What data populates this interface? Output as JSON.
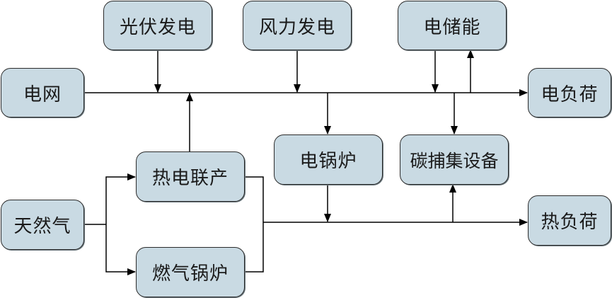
{
  "diagram": {
    "type": "energy-flow-block-diagram",
    "colors": {
      "box_fill": "#c9dae3",
      "box_border": "#2b2b2b",
      "line": "#000000"
    },
    "nodes": {
      "pv": {
        "label": "光伏发电"
      },
      "wind": {
        "label": "风力发电"
      },
      "storage": {
        "label": "电储能"
      },
      "grid": {
        "label": "电网"
      },
      "elec_load": {
        "label": "电负荷"
      },
      "chp": {
        "label": "热电联产"
      },
      "e_boiler": {
        "label": "电锅炉"
      },
      "ccs": {
        "label": "碳捕集设备"
      },
      "gas": {
        "label": "天然气"
      },
      "gas_boiler": {
        "label": "燃气锅炉"
      },
      "heat_load": {
        "label": "热负荷"
      }
    },
    "edges": [
      {
        "from": "grid",
        "to": "electric-bus"
      },
      {
        "from": "pv",
        "to": "electric-bus"
      },
      {
        "from": "wind",
        "to": "electric-bus"
      },
      {
        "from": "storage",
        "to": "electric-bus"
      },
      {
        "from": "electric-bus",
        "to": "storage"
      },
      {
        "from": "chp",
        "to": "electric-bus"
      },
      {
        "from": "electric-bus",
        "to": "e_boiler"
      },
      {
        "from": "electric-bus",
        "to": "ccs"
      },
      {
        "from": "electric-bus",
        "to": "elec_load"
      },
      {
        "from": "gas",
        "to": "chp"
      },
      {
        "from": "gas",
        "to": "gas_boiler"
      },
      {
        "from": "chp",
        "to": "heat-bus"
      },
      {
        "from": "gas_boiler",
        "to": "heat-bus"
      },
      {
        "from": "e_boiler",
        "to": "heat-bus"
      },
      {
        "from": "heat-bus",
        "to": "ccs"
      },
      {
        "from": "heat-bus",
        "to": "heat_load"
      }
    ]
  }
}
